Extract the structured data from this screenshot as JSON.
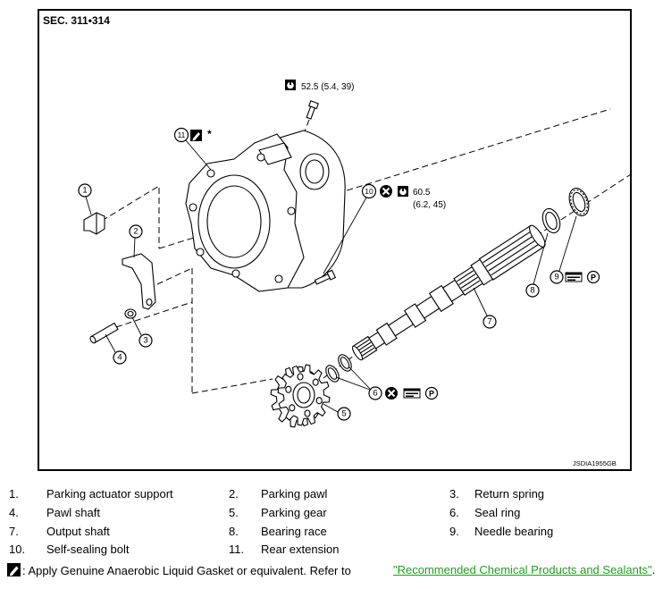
{
  "diagram": {
    "section": "SEC. 311•314",
    "image_code": "JSDIA1955GB",
    "asterisk": "*",
    "p_symbol": "P",
    "torque_upper_bolt": "52.5 (5.4, 39)",
    "torque_self_sealing_bolt_value": "60.5",
    "torque_self_sealing_bolt_units": "(6.2, 45)",
    "callouts": {
      "c1": "1",
      "c2": "2",
      "c3": "3",
      "c4": "4",
      "c5": "5",
      "c6": "6",
      "c7": "7",
      "c8": "8",
      "c9": "9",
      "c10": "10",
      "c11": "11"
    },
    "icons": [
      "torque-wrench-icon",
      "replace-icon",
      "sealant-icon",
      "lubricate-icon",
      "petroleum-jelly-icon"
    ]
  },
  "legend": {
    "items": [
      {
        "num": "1.",
        "label": "Parking actuator support"
      },
      {
        "num": "2.",
        "label": "Parking pawl"
      },
      {
        "num": "3.",
        "label": "Return spring"
      },
      {
        "num": "4.",
        "label": "Pawl shaft"
      },
      {
        "num": "5.",
        "label": "Parking gear"
      },
      {
        "num": "6.",
        "label": "Seal ring"
      },
      {
        "num": "7.",
        "label": "Output shaft"
      },
      {
        "num": "8.",
        "label": "Bearing race"
      },
      {
        "num": "9.",
        "label": "Needle bearing"
      },
      {
        "num": "10.",
        "label": "Self-sealing bolt"
      },
      {
        "num": "11.",
        "label": "Rear extension"
      }
    ]
  },
  "note": {
    "text": ": Apply Genuine Anaerobic Liquid Gasket or equivalent. Refer to",
    "link_text": "\"Recommended Chemical Products and Sealants\"",
    "trailing": "."
  },
  "colors": {
    "link": "#1f9e1f",
    "ink": "#000000"
  }
}
